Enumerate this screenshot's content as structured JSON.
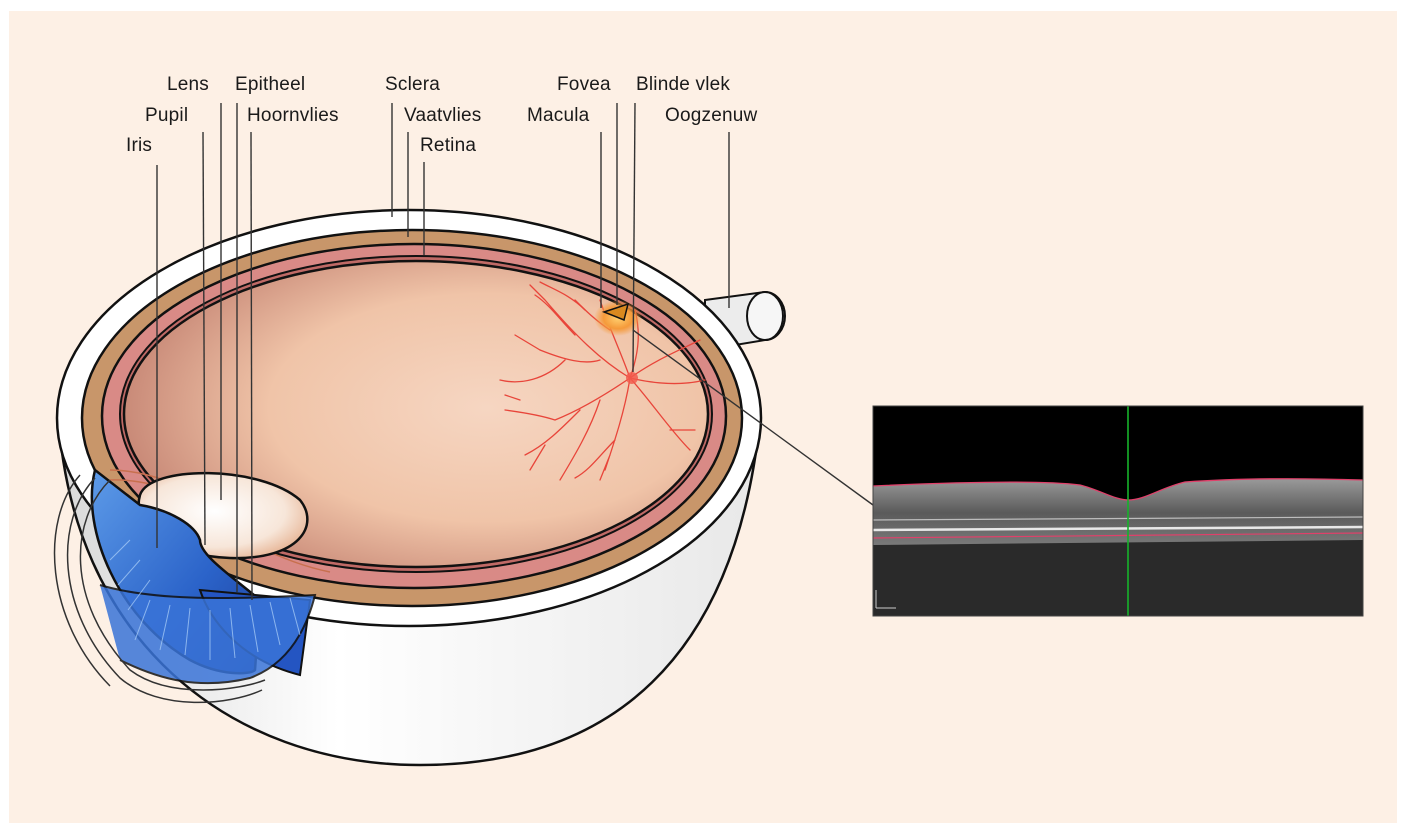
{
  "labels": {
    "lens": "Lens",
    "epitheel": "Epitheel",
    "sclera": "Sclera",
    "fovea": "Fovea",
    "blinde_vlek": "Blinde vlek",
    "pupil": "Pupil",
    "hoornvlies": "Hoornvlies",
    "vaatvlies": "Vaatvlies",
    "macula": "Macula",
    "oogzenuw": "Oogzenuw",
    "iris": "Iris",
    "retina": "Retina"
  },
  "colors": {
    "background": "#fdf0e5",
    "sclera": "#ffffff",
    "choroid": "#c8966a",
    "retina": "#d98a86",
    "fundus": "#f2c9ae",
    "iris_blue": "#2f6fd0",
    "vessels": "#e8453a",
    "macula": "#f7a233",
    "oct_background": "#000000",
    "oct_green_line": "#16b32a",
    "oct_red_line": "#e0406a"
  }
}
